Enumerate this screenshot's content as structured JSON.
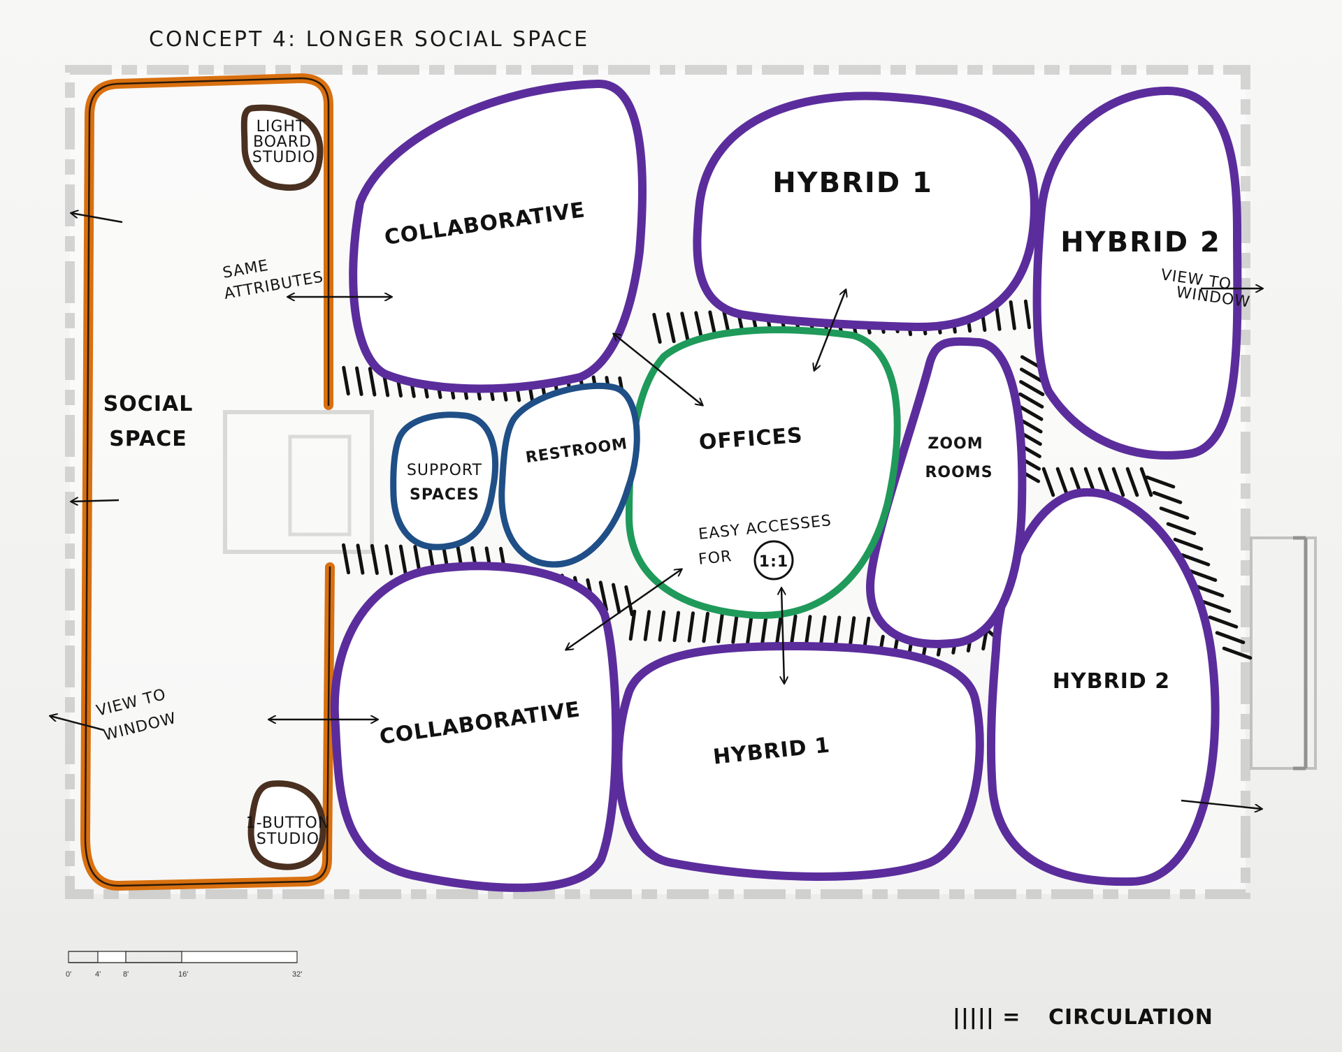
{
  "title": "CONCEPT 4: LONGER SOCIAL SPACE",
  "legend": {
    "symbol": "||||| =",
    "label": "CIRCULATION"
  },
  "colors": {
    "social": "#d9700f",
    "hybrid": "#5b2d9c",
    "offices": "#1f9a5a",
    "support": "#1f4f86",
    "studio": "#4a3020",
    "ink": "#111111"
  },
  "spaces": {
    "social_space": {
      "line1": "SOCIAL",
      "line2": "SPACE"
    },
    "light_board_studio": {
      "line1": "LIGHT",
      "line2": "BOARD",
      "line3": "STUDIO"
    },
    "one_button_studio": {
      "line1": "1-BUTTON",
      "line2": "STUDIO"
    },
    "collaborative_top": "COLLABORATIVE",
    "collaborative_bottom": "COLLABORATIVE",
    "hybrid1_top": "HYBRID 1",
    "hybrid1_bottom": "HYBRID 1",
    "hybrid2_top": "HYBRID 2",
    "hybrid2_bottom": "HYBRID 2",
    "support_spaces": {
      "line1": "SUPPORT",
      "line2": "SPACES"
    },
    "restroom": "RESTROOM",
    "offices": "OFFICES",
    "zoom_rooms": {
      "line1": "ZOOM",
      "line2": "ROOMS"
    }
  },
  "notes": {
    "same_attributes": {
      "line1": "SAME",
      "line2": "ATTRIBUTES"
    },
    "easy_access": {
      "line1": "EASY ACCESSES",
      "line2": "FOR",
      "badge": "1:1"
    },
    "view_to_window_left": {
      "line1": "VIEW TO",
      "line2": "WINDOW"
    },
    "view_to_window_right": {
      "line1": "VIEW TO",
      "line2": "WINDOW"
    }
  },
  "scale_bar": {
    "ticks": [
      "0'",
      "4'",
      "8'",
      "16'",
      "32'"
    ]
  }
}
